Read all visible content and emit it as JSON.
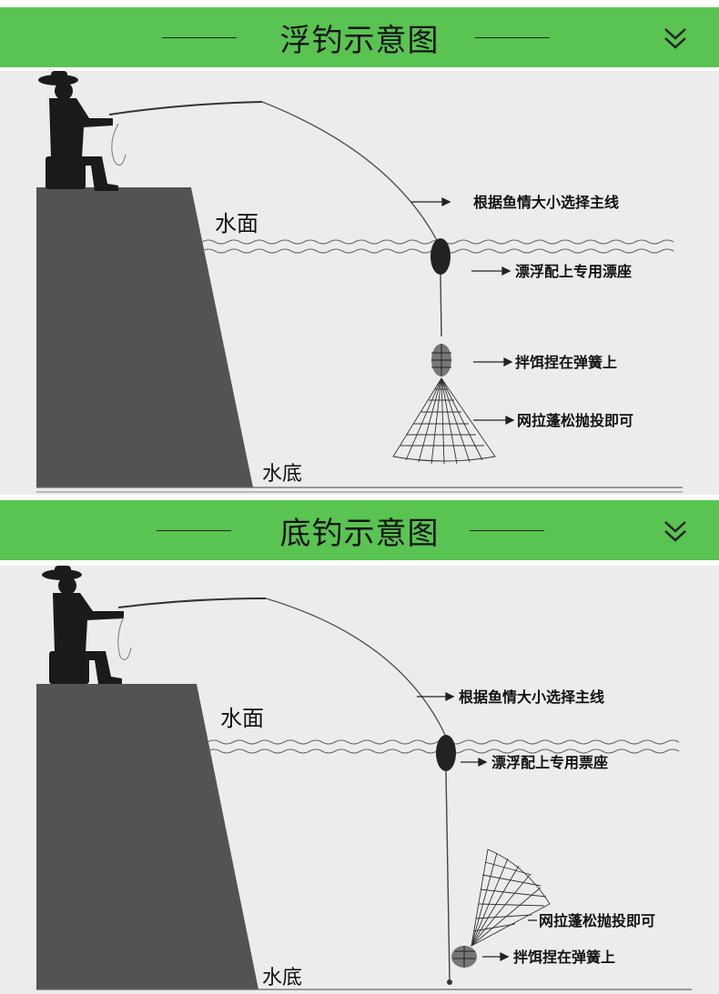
{
  "colors": {
    "banner": "#59c451",
    "panel_bg": "#ececec",
    "rock": "#535353",
    "text": "#111111",
    "line": "#444444"
  },
  "sections": [
    {
      "title": "浮钓示意图",
      "labels": {
        "surface": "水面",
        "bottom": "水底",
        "main_line": "根据鱼情大小选择主线",
        "float": "漂浮配上专用漂座",
        "bait": "拌饵捏在弹簧上",
        "net": "网拉蓬松抛投即可"
      }
    },
    {
      "title": "底钓示意图",
      "labels": {
        "surface": "水面",
        "bottom": "水底",
        "main_line": "根据鱼情大小选择主线",
        "float": "漂浮配上专用票座",
        "net": "网拉蓬松抛投即可",
        "bait": "拌饵捏在弹簧上"
      }
    }
  ]
}
